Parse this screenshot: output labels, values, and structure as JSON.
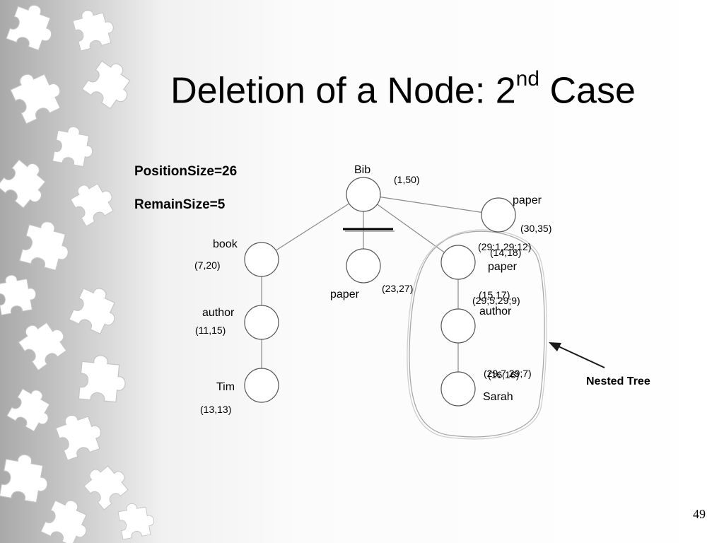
{
  "slide": {
    "title_main": "Deletion of a Node: 2",
    "title_sup": "nd",
    "title_tail": " Case",
    "position_size": "PositionSize=26",
    "remain_size": "RemainSize=5",
    "page_number": "49"
  },
  "colors": {
    "edge": "#8a8a8a",
    "node_stroke": "#555555",
    "text": "#000000"
  },
  "tree": {
    "nodes": [
      {
        "id": "bib",
        "label": "Bib",
        "coords": "(1,50)"
      },
      {
        "id": "book",
        "label": "book",
        "coords": "(7,20)"
      },
      {
        "id": "paper-mid",
        "label": "paper",
        "coords": "(23,27)"
      },
      {
        "id": "paper-right",
        "label": "paper",
        "coords": "(30,35)"
      },
      {
        "id": "nested-paper",
        "label": "paper",
        "coords": "(14,18)",
        "coords_overlay": "(29;1,29;12)"
      },
      {
        "id": "author-left",
        "label": "author",
        "coords": "(11,15)"
      },
      {
        "id": "nested-author",
        "label": "author",
        "coords": "(15,17)",
        "coords_overlay": "(29;5,29;9)"
      },
      {
        "id": "tim",
        "label": "Tim",
        "coords": "(13,13)"
      },
      {
        "id": "sarah",
        "label": "Sarah",
        "coords": "(16,16)",
        "coords_overlay": "(29;7,29;7)"
      }
    ],
    "edges": [
      [
        "bib",
        "book"
      ],
      [
        "bib",
        "paper-mid"
      ],
      [
        "bib",
        "paper-right"
      ],
      [
        "bib",
        "nested-paper"
      ],
      [
        "book",
        "author-left"
      ],
      [
        "author-left",
        "tim"
      ],
      [
        "nested-paper",
        "nested-author"
      ],
      [
        "nested-author",
        "sarah"
      ]
    ],
    "annotation": "Nested Tree"
  }
}
